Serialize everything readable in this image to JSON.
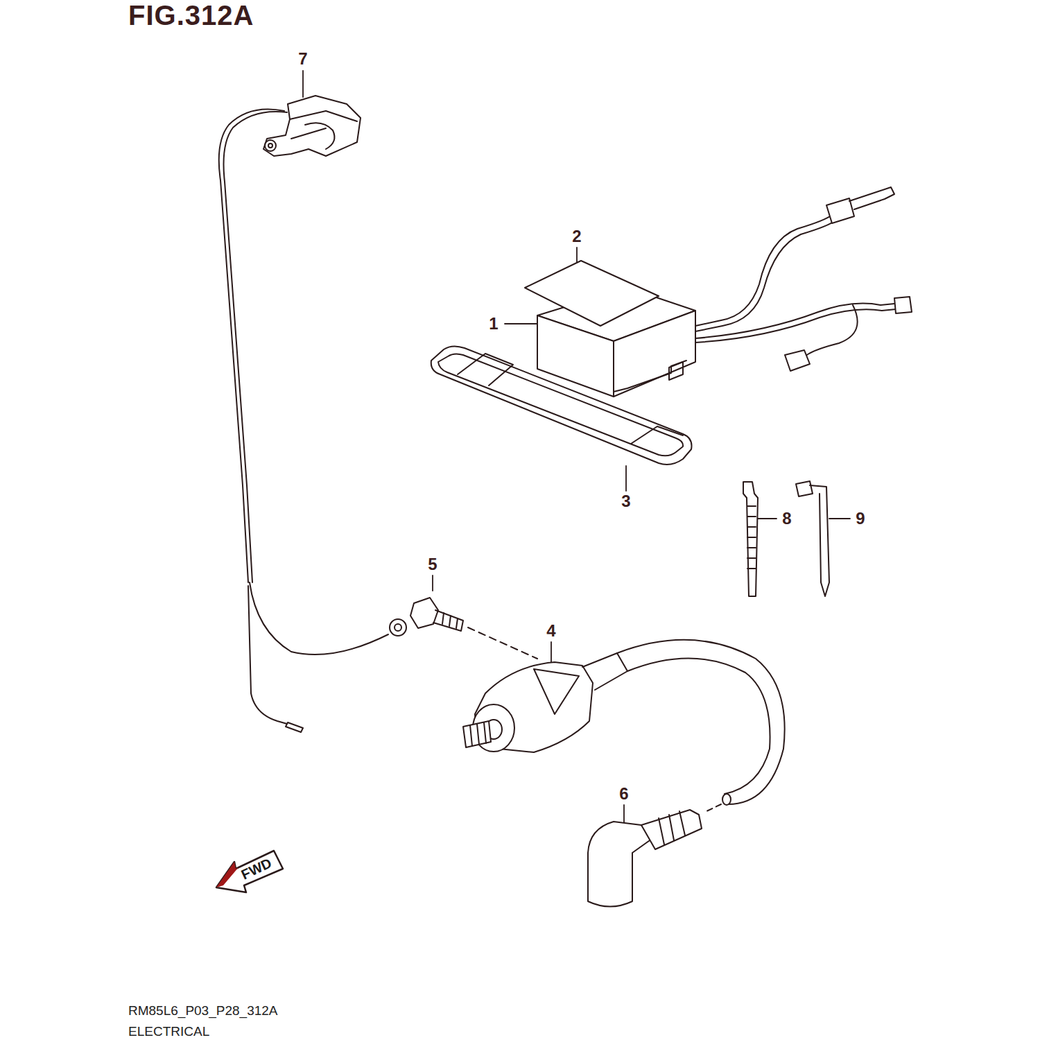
{
  "diagram": {
    "title": "FIG.312A",
    "nodes": [
      {
        "text": [
          "FWD"
        ]
      }
    ],
    "labels": [
      "7",
      "2",
      "1",
      "3",
      "8",
      "9",
      "5",
      "4",
      "6",
      "RM85L6_P03_P28_312A",
      "ELECTRICAL"
    ]
  }
}
